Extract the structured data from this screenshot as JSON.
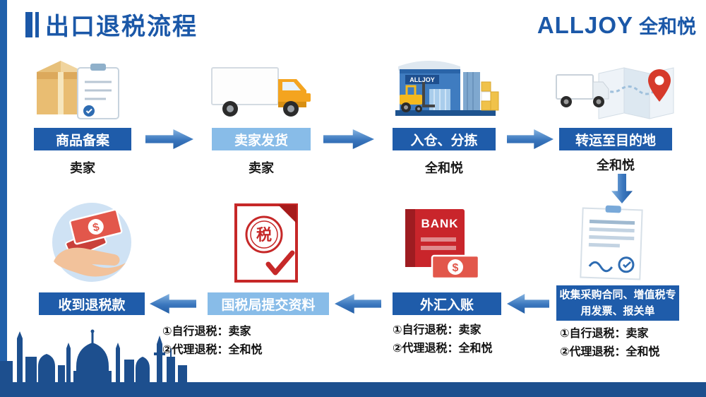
{
  "header": {
    "title": "出口退税流程",
    "brand": "ALLJOY",
    "brand_cn": "全和悦"
  },
  "flow_top": {
    "steps": [
      {
        "label": "商品备案",
        "actor": "卖家"
      },
      {
        "label": "卖家发货",
        "actor": "卖家"
      },
      {
        "label": "入仓、分拣",
        "actor": "全和悦"
      },
      {
        "label": "转运至目的地",
        "actor": "全和悦"
      }
    ]
  },
  "flow_bottom": {
    "steps": [
      {
        "label": "收到退税款"
      },
      {
        "label": "国税局提交资料",
        "note1": "①自行退税：卖家",
        "note2": "②代理退税：全和悦"
      },
      {
        "label": "外汇入账",
        "note1": "①自行退税：卖家",
        "note2": "②代理退税：全和悦"
      },
      {
        "label": "收集采购合同、增值税专用发票、报关单",
        "note1": "①自行退税：卖家",
        "note2": "②代理退税：全和悦"
      }
    ]
  },
  "icon_text": {
    "warehouse_sign": "ALLJOY",
    "bank": "BANK",
    "tax_seal": "税",
    "dollar": "$"
  },
  "colors": {
    "dark_blue": "#1f5caa",
    "light_blue": "#88bce8",
    "title_blue": "#1b58a8",
    "skyline_blue": "#1d4f8e",
    "red": "#c9252b",
    "orange": "#f4a41f"
  }
}
